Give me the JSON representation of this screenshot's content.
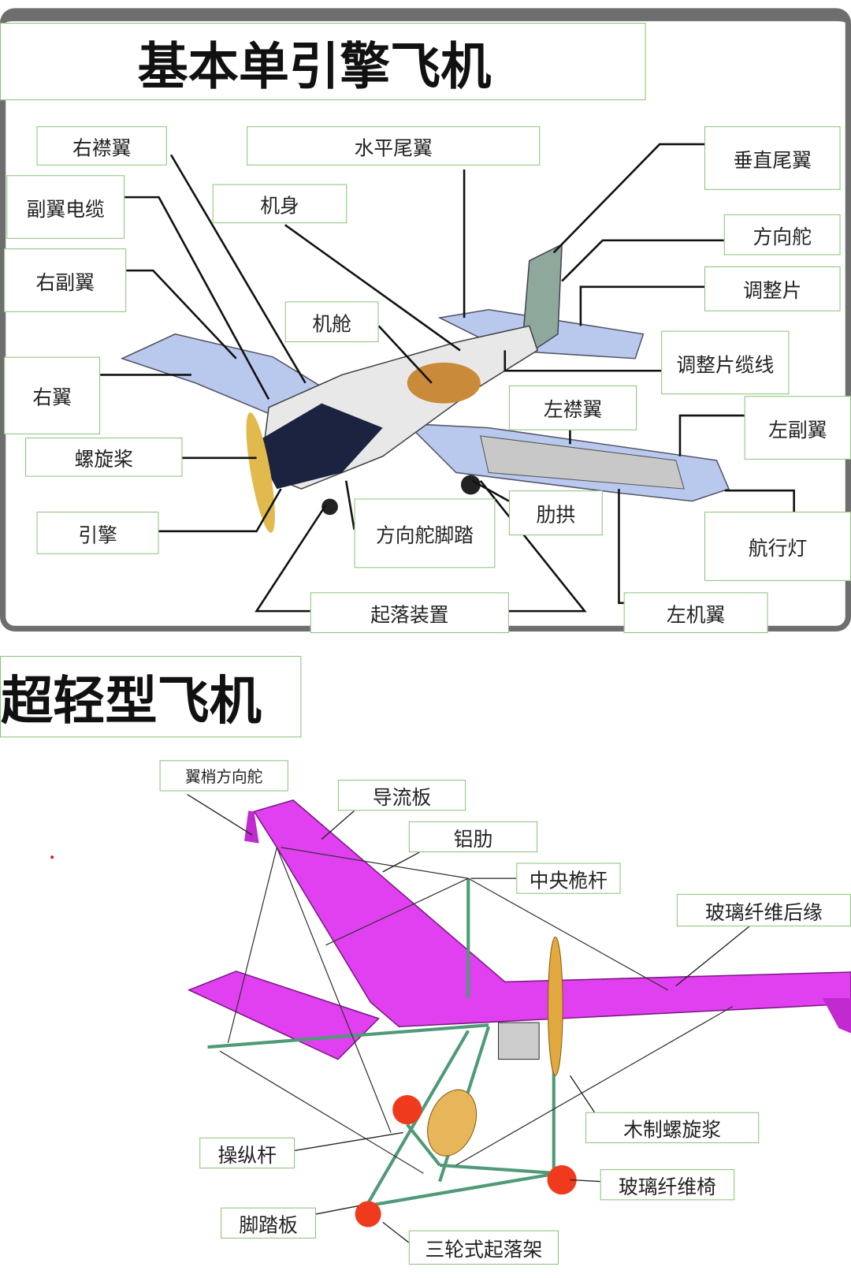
{
  "section1": {
    "title": "基本单引擎飞机",
    "labels": {
      "right_flap": "右襟翼",
      "horizontal_tail": "水平尾翼",
      "vertical_tail": "垂直尾翼",
      "aileron_cable": "副翼电缆",
      "fuselage": "机身",
      "rudder": "方向舵",
      "right_aileron": "右副翼",
      "trim_tab": "调整片",
      "cabin": "机舱",
      "trim_tab_cable": "调整片缆线",
      "right_wing": "右翼",
      "left_flap": "左襟翼",
      "left_aileron": "左副翼",
      "propeller": "螺旋桨",
      "rib": "肋拱",
      "engine": "引擎",
      "rudder_pedal": "方向舵脚踏",
      "nav_light": "航行灯",
      "landing_gear": "起落装置",
      "left_wing": "左机翼"
    },
    "colors": {
      "wing": "#b9c9ee",
      "cockpit": "#1c2340",
      "tail": "#8fa89c"
    }
  },
  "section2": {
    "title": "超轻型飞机",
    "labels": {
      "wingtip_rudder": "翼梢方向舵",
      "spoiler": "导流板",
      "aluminum_rib": "铝肋",
      "center_mast": "中央桅杆",
      "fiberglass_trailing_edge": "玻璃纤维后缘",
      "wooden_propeller": "木制螺旋浆",
      "control_stick": "操纵杆",
      "fiberglass_seat": "玻璃纤维椅",
      "pedal": "脚踏板",
      "tricycle_gear": "三轮式起落架"
    },
    "colors": {
      "wing": "#e040f0",
      "frame": "#4f9a78",
      "wheel": "#f03a1e",
      "seat": "#e7b65a"
    }
  }
}
